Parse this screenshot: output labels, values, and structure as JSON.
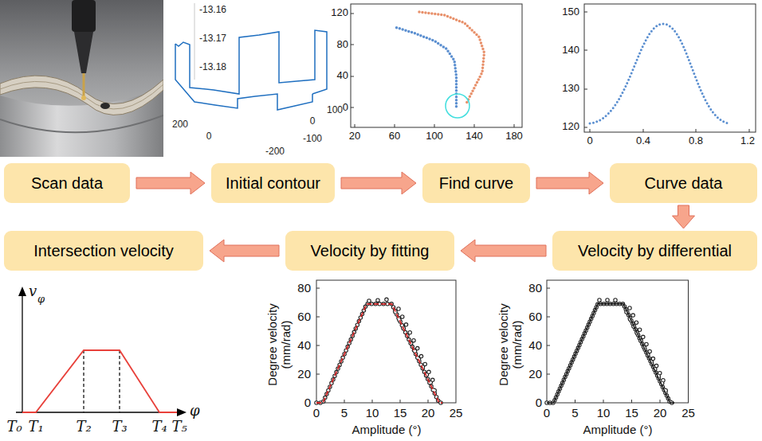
{
  "diagram": {
    "nodes": [
      {
        "text": [
          "Scan data"
        ]
      },
      {
        "text": [
          "Initial contour"
        ]
      },
      {
        "text": [
          "Find curve"
        ]
      },
      {
        "text": [
          "Curve data"
        ]
      },
      {
        "text": [
          "Intersection velocity"
        ]
      },
      {
        "text": [
          "Velocity by fitting"
        ]
      },
      {
        "text": [
          "Velocity by differential"
        ]
      }
    ],
    "edges": [
      {
        "from": 0,
        "to": 1,
        "arrow": "to"
      },
      {
        "from": 1,
        "to": 2,
        "arrow": "to"
      },
      {
        "from": 2,
        "to": 3,
        "arrow": "to"
      },
      {
        "from": 3,
        "to": 6,
        "arrow": "to"
      },
      {
        "from": 6,
        "to": 5,
        "arrow": "to"
      },
      {
        "from": 5,
        "to": 4,
        "arrow": "to"
      }
    ],
    "labels": [
      "-13.16",
      "-13.17",
      "-13.18",
      "200",
      "0",
      "-200",
      "-100",
      "0",
      "100",
      "120",
      "80",
      "40",
      "0",
      "20",
      "60",
      "100",
      "140",
      "180",
      "150",
      "140",
      "130",
      "120",
      "0",
      "0.4",
      "0.8",
      "1.2",
      "v",
      "φ",
      "φ",
      "T₀",
      "T₁",
      "T₂",
      "T₃",
      "T₄",
      "T₅",
      "Degree velocity (mm/rad)",
      "80",
      "60",
      "40",
      "20",
      "0",
      "0",
      "5",
      "10",
      "15",
      "20",
      "25",
      "Amplitude (°)",
      "Degree velocity (mm/rad)",
      "80",
      "60",
      "40",
      "20",
      "0",
      "0",
      "5",
      "10",
      "15",
      "20",
      "25",
      "Amplitude (°)"
    ]
  }
}
